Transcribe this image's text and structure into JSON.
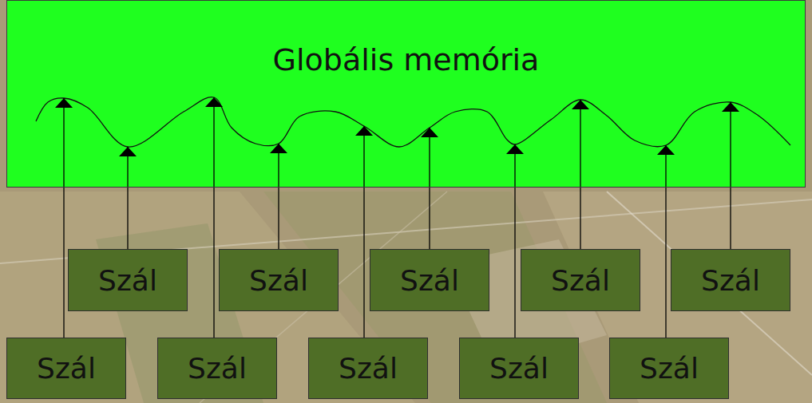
{
  "diagram": {
    "nodes": [
      {
        "text": [
          "Globális memória"
        ]
      },
      {
        "text": [
          "Szál"
        ]
      },
      {
        "text": [
          "Szál"
        ]
      },
      {
        "text": [
          "Szál"
        ]
      },
      {
        "text": [
          "Szál"
        ]
      },
      {
        "text": [
          "Szál"
        ]
      },
      {
        "text": [
          "Szál"
        ]
      },
      {
        "text": [
          "Szál"
        ]
      },
      {
        "text": [
          "Szál"
        ]
      },
      {
        "text": [
          "Szál"
        ]
      },
      {
        "text": [
          "Szál"
        ]
      }
    ],
    "edges": [
      {
        "from": 1,
        "to": 0,
        "arrow": "to"
      },
      {
        "from": 2,
        "to": 0,
        "arrow": "to"
      },
      {
        "from": 3,
        "to": 0,
        "arrow": "to"
      },
      {
        "from": 4,
        "to": 0,
        "arrow": "to"
      },
      {
        "from": 5,
        "to": 0,
        "arrow": "to"
      },
      {
        "from": 6,
        "to": 0,
        "arrow": "to"
      },
      {
        "from": 7,
        "to": 0,
        "arrow": "to"
      },
      {
        "from": 8,
        "to": 0,
        "arrow": "to"
      },
      {
        "from": 9,
        "to": 0,
        "arrow": "to"
      },
      {
        "from": 10,
        "to": 0,
        "arrow": "to"
      }
    ]
  }
}
